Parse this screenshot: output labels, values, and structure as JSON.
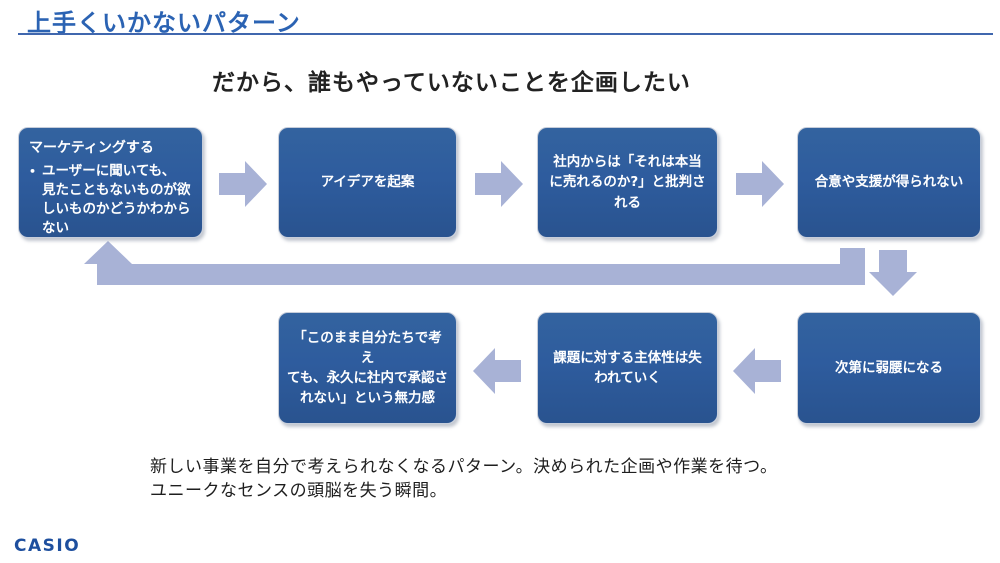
{
  "header": {
    "title": "上手くいかないパターン"
  },
  "subtitle": "だから、誰もやっていないことを企画したい",
  "flow": {
    "box_marketing": {
      "heading": "マーケティングする",
      "bullet_glyph": "•",
      "bullet": "ユーザーに聞いても、\n見たこともないものが欲\nしいものかどうかわから\nない"
    },
    "box_idea": "アイデアを起案",
    "box_criticized": "社内からは「それは本当\nに売れるのか?」と批判さ\nれる",
    "box_noagree": "合意や支援が得られない",
    "box_weak": "次第に弱腰になる",
    "box_ownership": "課題に対する主体性は失\nわれていく",
    "box_helpless": "「このまま自分たちで考え\nても、永久に社内で承認さ\nれない」という無力感"
  },
  "footer": {
    "line1": "新しい事業を自分で考えられなくなるパターン。決められた企画や作業を待つ。",
    "line2": "ユニークなセンスの頭脳を失う瞬間。"
  },
  "logo": "CASIO",
  "icons": {
    "arrow_right": "block-arrow-right",
    "arrow_left": "block-arrow-left",
    "arrow_down": "block-arrow-down",
    "return_arrow": "elbow-return-arrow-up-left"
  },
  "colors": {
    "box_fill": "#2E5C9E",
    "box_fill_dark": "#29538F",
    "arrow_fill": "#A8B2D6",
    "title_blue": "#2B63B3",
    "underline_blue": "#4067AE",
    "logo_blue": "#1E4F9E",
    "text_dark": "#1e1e1e"
  }
}
